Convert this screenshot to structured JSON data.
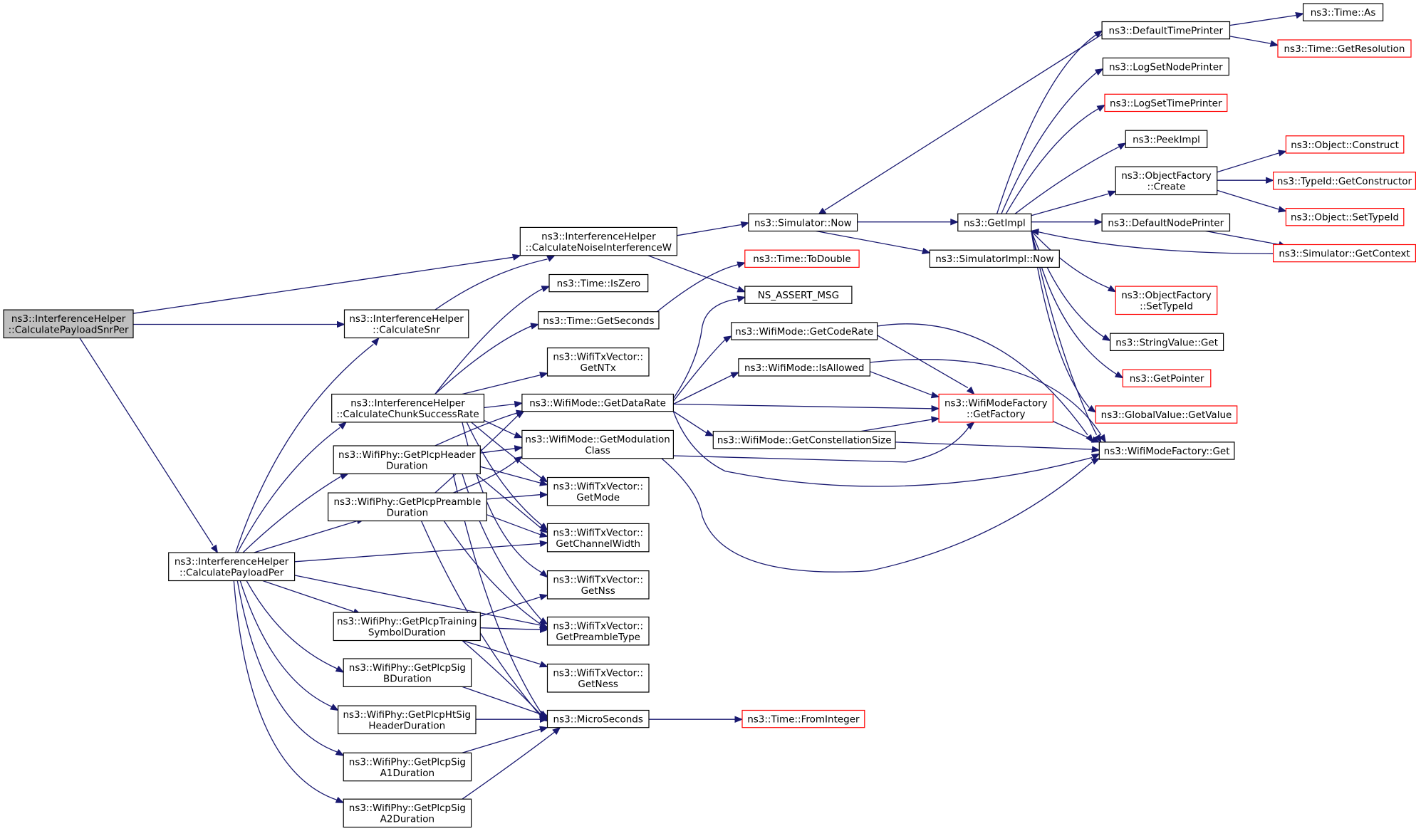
{
  "colors": {
    "edge": "#191970",
    "border_normal": "#000000",
    "border_truncated": "#ff0000",
    "fill_root": "#bfbfbf",
    "fill_normal": "#ffffff"
  },
  "nodes": [
    {
      "id": "root",
      "lines": [
        "ns3::InterferenceHelper",
        "::CalculatePayloadSnrPer"
      ],
      "kind": "root"
    },
    {
      "id": "niw",
      "lines": [
        "ns3::InterferenceHelper",
        "::CalculateNoiseInterferenceW"
      ],
      "kind": "normal"
    },
    {
      "id": "snr",
      "lines": [
        "ns3::InterferenceHelper",
        "::CalculateSnr"
      ],
      "kind": "normal"
    },
    {
      "id": "per",
      "lines": [
        "ns3::InterferenceHelper",
        "::CalculatePayloadPer"
      ],
      "kind": "normal"
    },
    {
      "id": "csr",
      "lines": [
        "ns3::InterferenceHelper",
        "::CalculateChunkSuccessRate"
      ],
      "kind": "normal"
    },
    {
      "id": "phd",
      "lines": [
        "ns3::WifiPhy::GetPlcpHeader",
        "Duration"
      ],
      "kind": "normal"
    },
    {
      "id": "ppd",
      "lines": [
        "ns3::WifiPhy::GetPlcpPreamble",
        "Duration"
      ],
      "kind": "normal"
    },
    {
      "id": "ptsd",
      "lines": [
        "ns3::WifiPhy::GetPlcpTraining",
        "SymbolDuration"
      ],
      "kind": "normal"
    },
    {
      "id": "psb",
      "lines": [
        "ns3::WifiPhy::GetPlcpSig",
        "BDuration"
      ],
      "kind": "normal"
    },
    {
      "id": "phts",
      "lines": [
        "ns3::WifiPhy::GetPlcpHtSig",
        "HeaderDuration"
      ],
      "kind": "normal"
    },
    {
      "id": "psa1",
      "lines": [
        "ns3::WifiPhy::GetPlcpSig",
        "A1Duration"
      ],
      "kind": "normal"
    },
    {
      "id": "psa2",
      "lines": [
        "ns3::WifiPhy::GetPlcpSig",
        "A2Duration"
      ],
      "kind": "normal"
    },
    {
      "id": "iszero",
      "lines": [
        "ns3::Time::IsZero"
      ],
      "kind": "normal"
    },
    {
      "id": "getsec",
      "lines": [
        "ns3::Time::GetSeconds"
      ],
      "kind": "normal"
    },
    {
      "id": "getntx",
      "lines": [
        "ns3::WifiTxVector::",
        "GetNTx"
      ],
      "kind": "normal"
    },
    {
      "id": "datarate",
      "lines": [
        "ns3::WifiMode::GetDataRate"
      ],
      "kind": "normal"
    },
    {
      "id": "modclass",
      "lines": [
        "ns3::WifiMode::GetModulation",
        "Class"
      ],
      "kind": "normal"
    },
    {
      "id": "getmode",
      "lines": [
        "ns3::WifiTxVector::",
        "GetMode"
      ],
      "kind": "normal"
    },
    {
      "id": "chwidth",
      "lines": [
        "ns3::WifiTxVector::",
        "GetChannelWidth"
      ],
      "kind": "normal"
    },
    {
      "id": "getnss",
      "lines": [
        "ns3::WifiTxVector::",
        "GetNss"
      ],
      "kind": "normal"
    },
    {
      "id": "pretype",
      "lines": [
        "ns3::WifiTxVector::",
        "GetPreambleType"
      ],
      "kind": "normal"
    },
    {
      "id": "getness",
      "lines": [
        "ns3::WifiTxVector::",
        "GetNess"
      ],
      "kind": "normal"
    },
    {
      "id": "micro",
      "lines": [
        "ns3::MicroSeconds"
      ],
      "kind": "normal"
    },
    {
      "id": "simnow",
      "lines": [
        "ns3::Simulator::Now"
      ],
      "kind": "normal"
    },
    {
      "id": "todouble",
      "lines": [
        "ns3::Time::ToDouble"
      ],
      "kind": "truncated"
    },
    {
      "id": "assert",
      "lines": [
        "NS_ASSERT_MSG"
      ],
      "kind": "normal"
    },
    {
      "id": "coderate",
      "lines": [
        "ns3::WifiMode::GetCodeRate"
      ],
      "kind": "normal"
    },
    {
      "id": "isallowed",
      "lines": [
        "ns3::WifiMode::IsAllowed"
      ],
      "kind": "normal"
    },
    {
      "id": "constsize",
      "lines": [
        "ns3::WifiMode::GetConstellationSize"
      ],
      "kind": "normal"
    },
    {
      "id": "fromint",
      "lines": [
        "ns3::Time::FromInteger"
      ],
      "kind": "truncated"
    },
    {
      "id": "getimpl",
      "lines": [
        "ns3::GetImpl"
      ],
      "kind": "normal"
    },
    {
      "id": "simimplnow",
      "lines": [
        "ns3::SimulatorImpl::Now"
      ],
      "kind": "normal"
    },
    {
      "id": "wmfgetfac",
      "lines": [
        "ns3::WifiModeFactory",
        "::GetFactory"
      ],
      "kind": "truncated"
    },
    {
      "id": "wmfget",
      "lines": [
        "ns3::WifiModeFactory::Get"
      ],
      "kind": "normal"
    },
    {
      "id": "deftp",
      "lines": [
        "ns3::DefaultTimePrinter"
      ],
      "kind": "normal"
    },
    {
      "id": "logsnp",
      "lines": [
        "ns3::LogSetNodePrinter"
      ],
      "kind": "normal"
    },
    {
      "id": "logstp",
      "lines": [
        "ns3::LogSetTimePrinter"
      ],
      "kind": "truncated"
    },
    {
      "id": "peekimpl",
      "lines": [
        "ns3::PeekImpl"
      ],
      "kind": "normal"
    },
    {
      "id": "ofcreate",
      "lines": [
        "ns3::ObjectFactory",
        "::Create"
      ],
      "kind": "normal"
    },
    {
      "id": "defnp",
      "lines": [
        "ns3::DefaultNodePrinter"
      ],
      "kind": "normal"
    },
    {
      "id": "ofsettid",
      "lines": [
        "ns3::ObjectFactory",
        "::SetTypeId"
      ],
      "kind": "truncated"
    },
    {
      "id": "svget",
      "lines": [
        "ns3::StringValue::Get"
      ],
      "kind": "normal"
    },
    {
      "id": "getptr",
      "lines": [
        "ns3::GetPointer"
      ],
      "kind": "truncated"
    },
    {
      "id": "gvget",
      "lines": [
        "ns3::GlobalValue::GetValue"
      ],
      "kind": "truncated"
    },
    {
      "id": "timeas",
      "lines": [
        "ns3::Time::As"
      ],
      "kind": "normal"
    },
    {
      "id": "timeres",
      "lines": [
        "ns3::Time::GetResolution"
      ],
      "kind": "truncated"
    },
    {
      "id": "objcon",
      "lines": [
        "ns3::Object::Construct"
      ],
      "kind": "truncated"
    },
    {
      "id": "tidgc",
      "lines": [
        "ns3::TypeId::GetConstructor"
      ],
      "kind": "truncated"
    },
    {
      "id": "objst",
      "lines": [
        "ns3::Object::SetTypeId"
      ],
      "kind": "truncated"
    },
    {
      "id": "simctx",
      "lines": [
        "ns3::Simulator::GetContext"
      ],
      "kind": "truncated"
    }
  ]
}
